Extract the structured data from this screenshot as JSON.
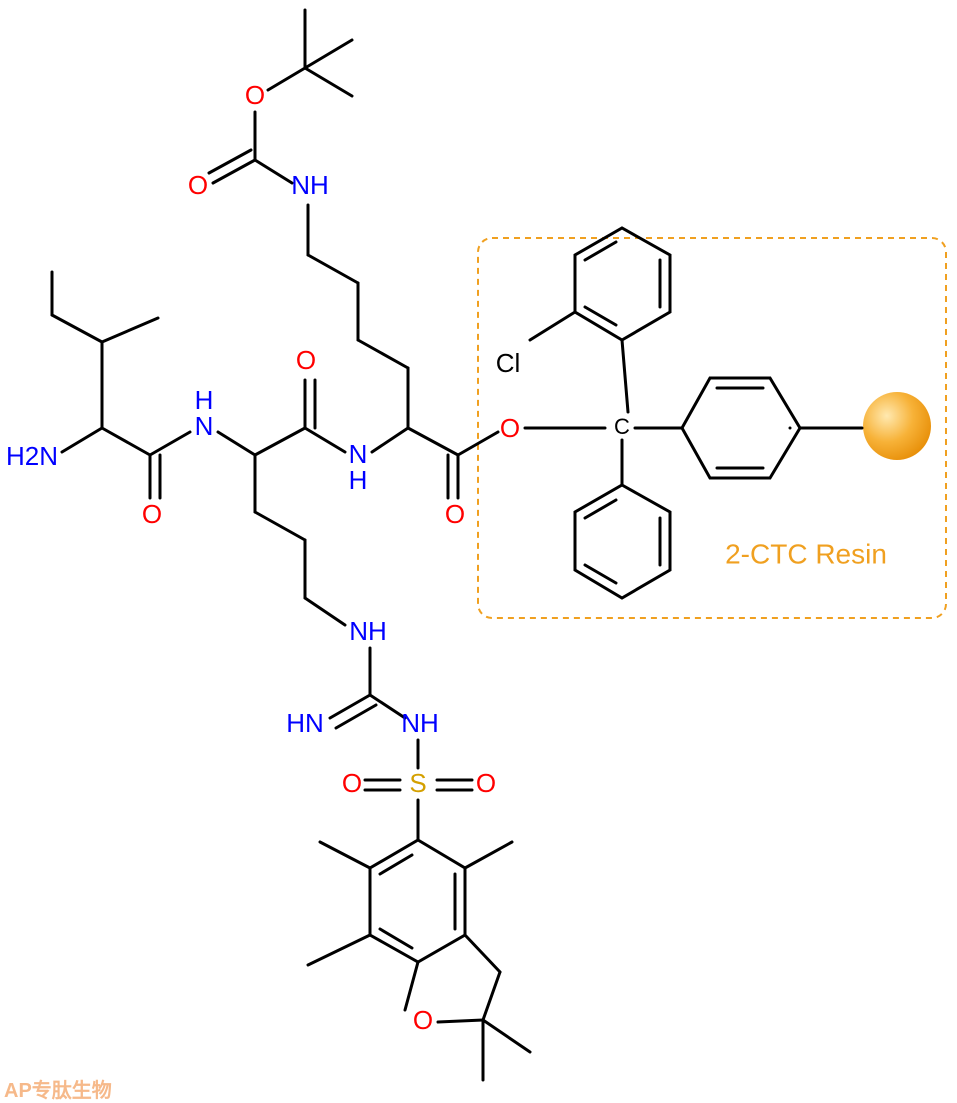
{
  "colors": {
    "bond": "#000000",
    "nitrogen": "#0000ff",
    "oxygen": "#ff0000",
    "sulfur": "#d4a000",
    "resin": "#f0a020",
    "resin_bead": "#f5a623"
  },
  "labels": {
    "amine": "H2N",
    "amide_nh_1": "H",
    "amide_n_1": "N",
    "amide_n_2": "N",
    "amide_h_2": "H",
    "carbonyl_o_1": "O",
    "carbonyl_o_2": "O",
    "carbonyl_o_3": "O",
    "ester_o": "O",
    "boc_nh": "NH",
    "boc_o_ester": "O",
    "boc_o_carbonyl": "O",
    "guan_nh_1": "NH",
    "guan_hn": "HN",
    "guan_nh_2": "NH",
    "sulfur": "S",
    "sulfonyl_o_left": "O",
    "sulfonyl_o_right": "O",
    "furan_o": "O",
    "chlorine": "Cl",
    "trityl_c": "C"
  },
  "resin": {
    "label": "2-CTC Resin"
  },
  "watermark": {
    "text": "AP专肽生物"
  }
}
